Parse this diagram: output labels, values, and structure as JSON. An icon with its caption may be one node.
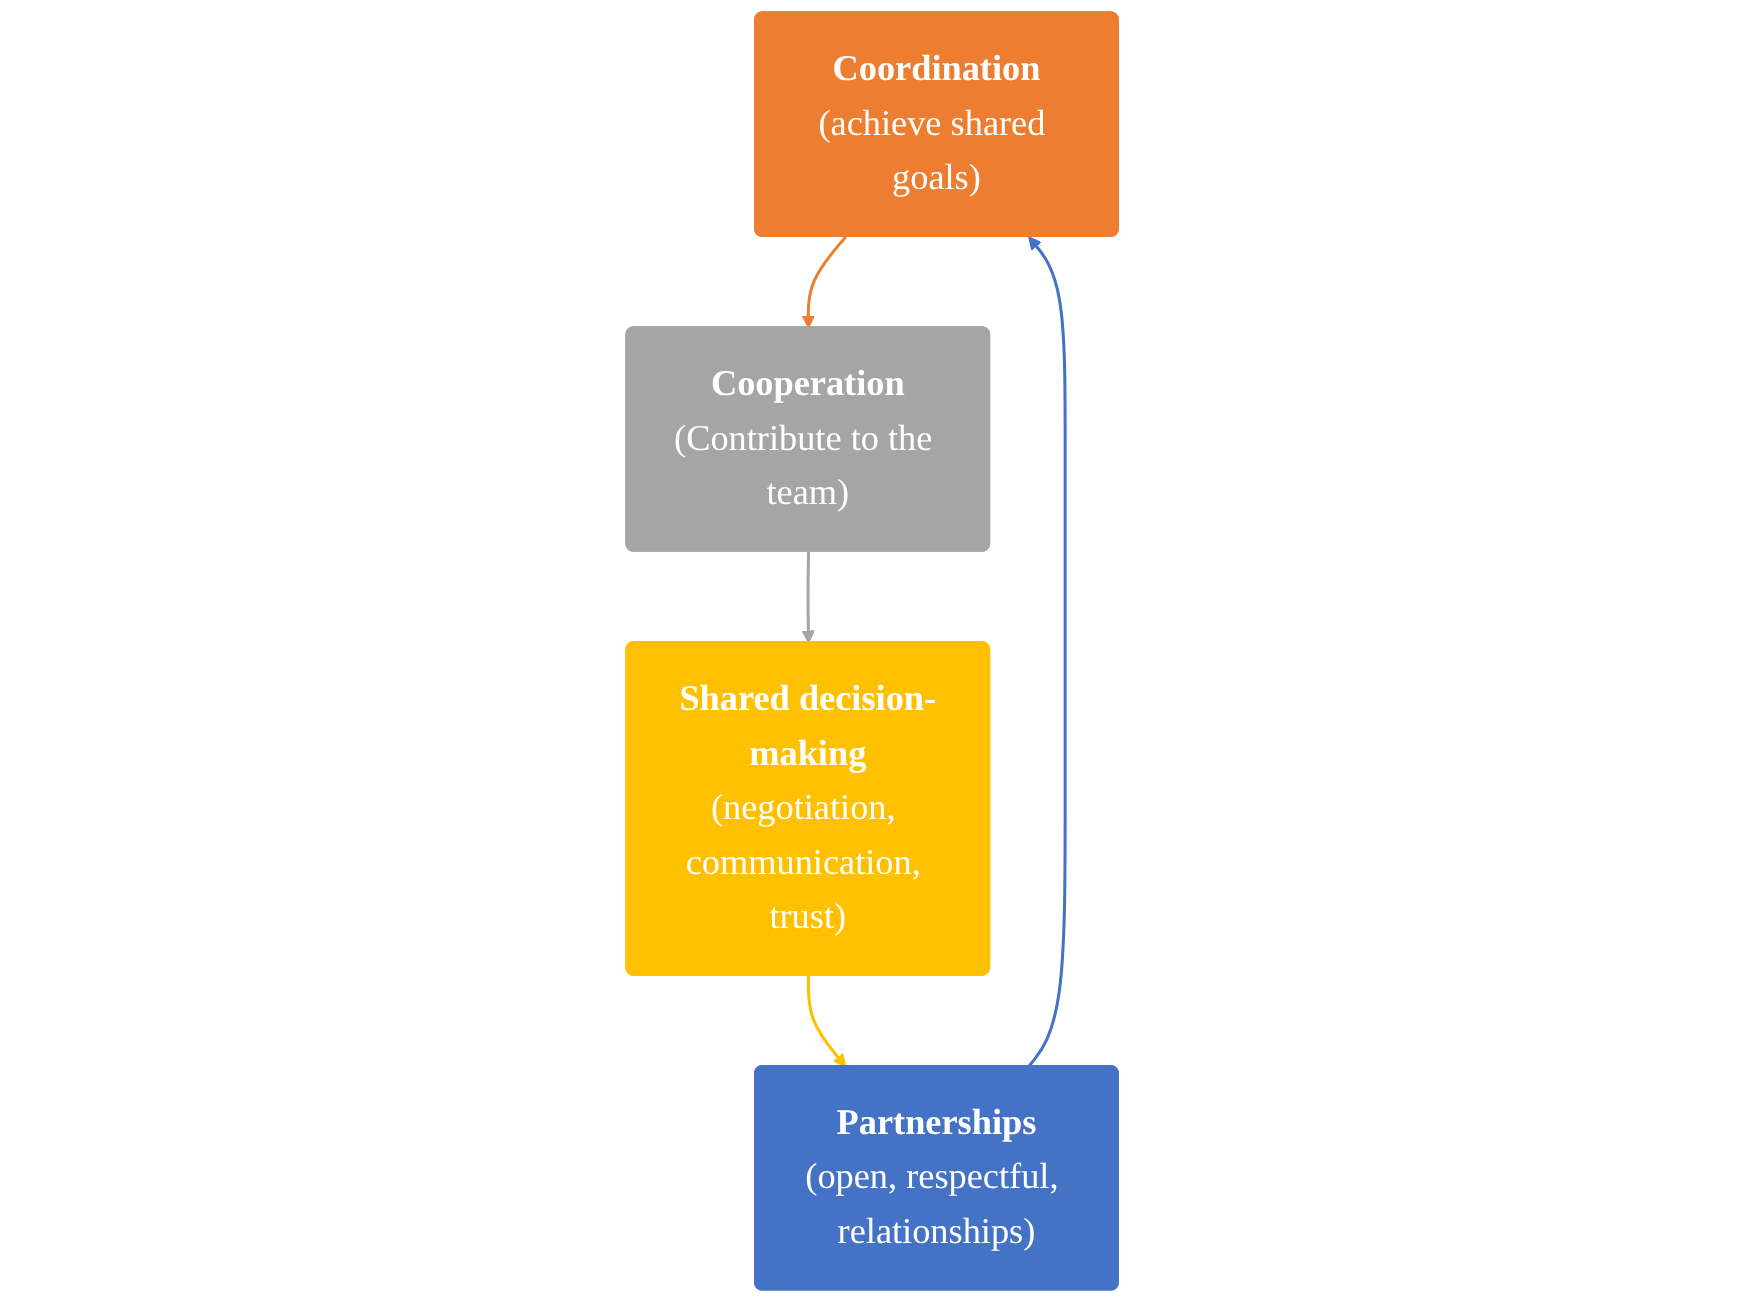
{
  "diagram": {
    "nodes": [
      {
        "text": [
          "Coordination",
          "(achieve shared goals)"
        ]
      },
      {
        "text": [
          "Cooperation",
          "(Contribute to the team)"
        ]
      },
      {
        "text": [
          "Shared decision-making",
          "(negotiation, communication, trust)"
        ]
      },
      {
        "text": [
          "Partnerships",
          "(open, respectful, relationships)"
        ]
      }
    ],
    "edges": [
      {
        "from": 0,
        "to": 1,
        "arrow": "to",
        "color": "#ed7d31"
      },
      {
        "from": 1,
        "to": 2,
        "arrow": "to",
        "color": "#a5a5a5"
      },
      {
        "from": 2,
        "to": 3,
        "arrow": "to",
        "color": "#ffc000"
      },
      {
        "from": 3,
        "to": 0,
        "arrow": "to",
        "color": "#4472c4"
      }
    ]
  }
}
